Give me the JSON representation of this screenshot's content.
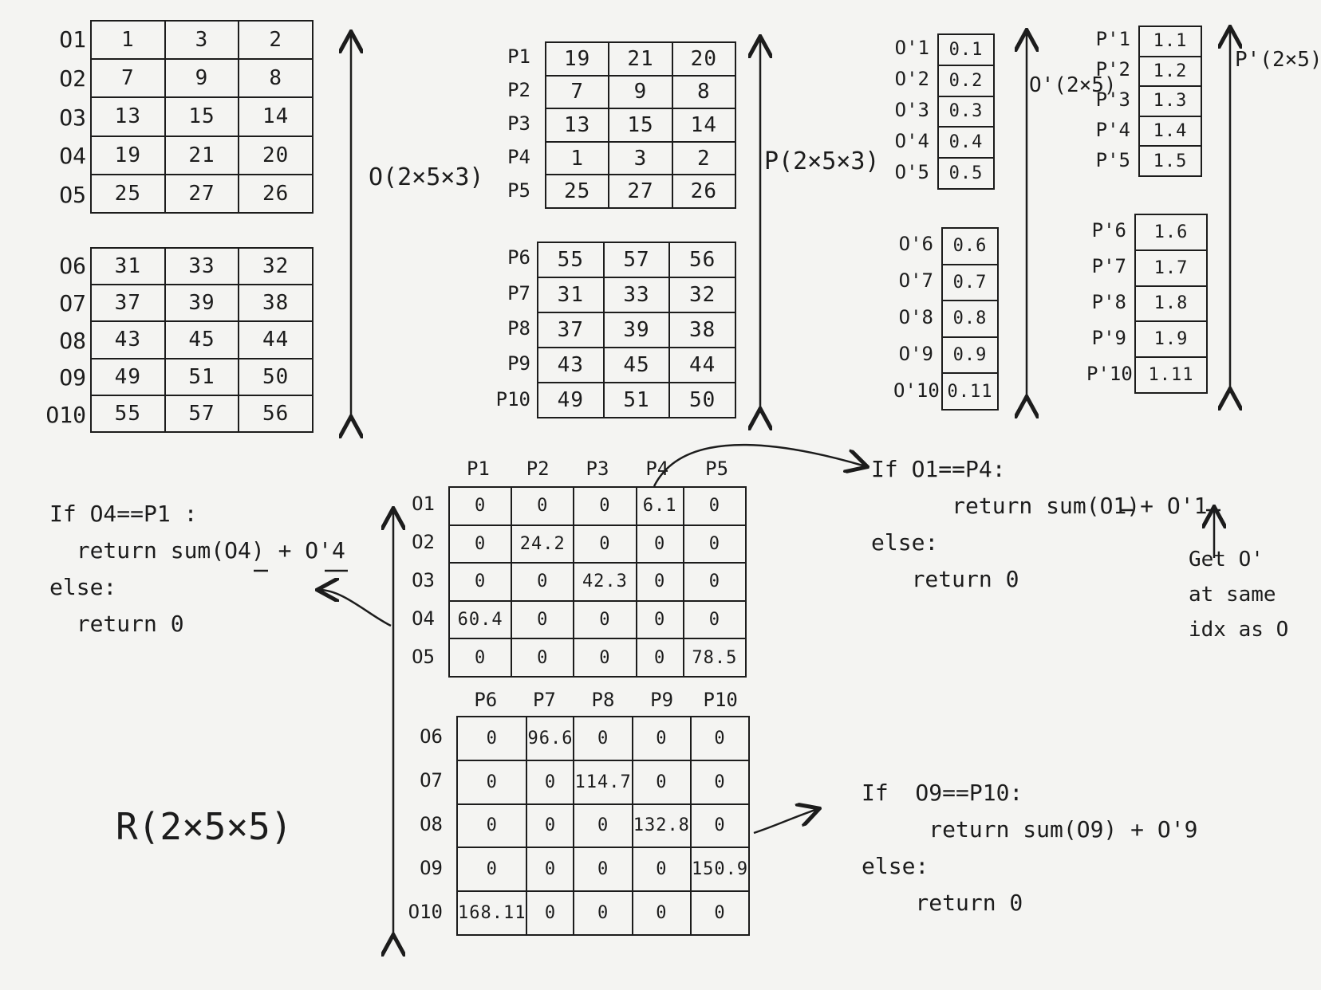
{
  "o_top": {
    "row_labels": [
      "O1",
      "O2",
      "O3",
      "O4",
      "O5"
    ],
    "rows": [
      [
        "1",
        "3",
        "2"
      ],
      [
        "7",
        "9",
        "8"
      ],
      [
        "13",
        "15",
        "14"
      ],
      [
        "19",
        "21",
        "20"
      ],
      [
        "25",
        "27",
        "26"
      ]
    ]
  },
  "o_bottom": {
    "row_labels": [
      "O6",
      "O7",
      "O8",
      "O9",
      "O10"
    ],
    "rows": [
      [
        "31",
        "33",
        "32"
      ],
      [
        "37",
        "39",
        "38"
      ],
      [
        "43",
        "45",
        "44"
      ],
      [
        "49",
        "51",
        "50"
      ],
      [
        "55",
        "57",
        "56"
      ]
    ]
  },
  "o_dim": "O(2×5×3)",
  "p_top": {
    "row_labels": [
      "P1",
      "P2",
      "P3",
      "P4",
      "P5"
    ],
    "rows": [
      [
        "19",
        "21",
        "20"
      ],
      [
        "7",
        "9",
        "8"
      ],
      [
        "13",
        "15",
        "14"
      ],
      [
        "1",
        "3",
        "2"
      ],
      [
        "25",
        "27",
        "26"
      ]
    ]
  },
  "p_bottom": {
    "row_labels": [
      "P6",
      "P7",
      "P8",
      "P9",
      "P10"
    ],
    "rows": [
      [
        "55",
        "57",
        "56"
      ],
      [
        "31",
        "33",
        "32"
      ],
      [
        "37",
        "39",
        "38"
      ],
      [
        "43",
        "45",
        "44"
      ],
      [
        "49",
        "51",
        "50"
      ]
    ]
  },
  "p_dim": "P(2×5×3)",
  "op_top": {
    "row_labels": [
      "O'1",
      "O'2",
      "O'3",
      "O'4",
      "O'5"
    ],
    "values": [
      "0.1",
      "0.2",
      "0.3",
      "0.4",
      "0.5"
    ]
  },
  "op_bottom": {
    "row_labels": [
      "O'6",
      "O'7",
      "O'8",
      "O'9",
      "O'10"
    ],
    "values": [
      "0.6",
      "0.7",
      "0.8",
      "0.9",
      "0.11"
    ]
  },
  "op_dim": "O'(2×5)",
  "pp_top": {
    "row_labels": [
      "P'1",
      "P'2",
      "P'3",
      "P'4",
      "P'5"
    ],
    "values": [
      "1.1",
      "1.2",
      "1.3",
      "1.4",
      "1.5"
    ]
  },
  "pp_bottom": {
    "row_labels": [
      "P'6",
      "P'7",
      "P'8",
      "P'9",
      "P'10"
    ],
    "values": [
      "1.6",
      "1.7",
      "1.8",
      "1.9",
      "1.11"
    ]
  },
  "pp_dim": "P'(2×5)",
  "r_top": {
    "col_labels": [
      "P1",
      "P2",
      "P3",
      "P4",
      "P5"
    ],
    "row_labels": [
      "O1",
      "O2",
      "O3",
      "O4",
      "O5"
    ],
    "rows": [
      [
        "0",
        "0",
        "0",
        "6.1",
        "0"
      ],
      [
        "0",
        "24.2",
        "0",
        "0",
        "0"
      ],
      [
        "0",
        "0",
        "42.3",
        "0",
        "0"
      ],
      [
        "60.4",
        "0",
        "0",
        "0",
        "0"
      ],
      [
        "0",
        "0",
        "0",
        "0",
        "78.5"
      ]
    ]
  },
  "r_bottom": {
    "col_labels": [
      "P6",
      "P7",
      "P8",
      "P9",
      "P10"
    ],
    "row_labels": [
      "O6",
      "O7",
      "O8",
      "O9",
      "O10"
    ],
    "rows": [
      [
        "0",
        "96.6",
        "0",
        "0",
        "0"
      ],
      [
        "0",
        "0",
        "114.7",
        "0",
        "0"
      ],
      [
        "0",
        "0",
        "0",
        "132.8",
        "0"
      ],
      [
        "0",
        "0",
        "0",
        "0",
        "150.9"
      ],
      [
        "168.11",
        "0",
        "0",
        "0",
        "0"
      ]
    ]
  },
  "r_dim": "R(2×5×5)",
  "code_left": "If O4==P1 :\n  return sum(O4) + O'4\nelse:\n  return 0",
  "code_top_right": "If O1==P4:\n      return sum(O1)+ O'1\nelse:\n   return 0",
  "note": "Get O'\nat same\nidx as O",
  "code_bottom_right": "If  O9==P10:\n     return sum(O9) + O'9\nelse:\n    return 0"
}
